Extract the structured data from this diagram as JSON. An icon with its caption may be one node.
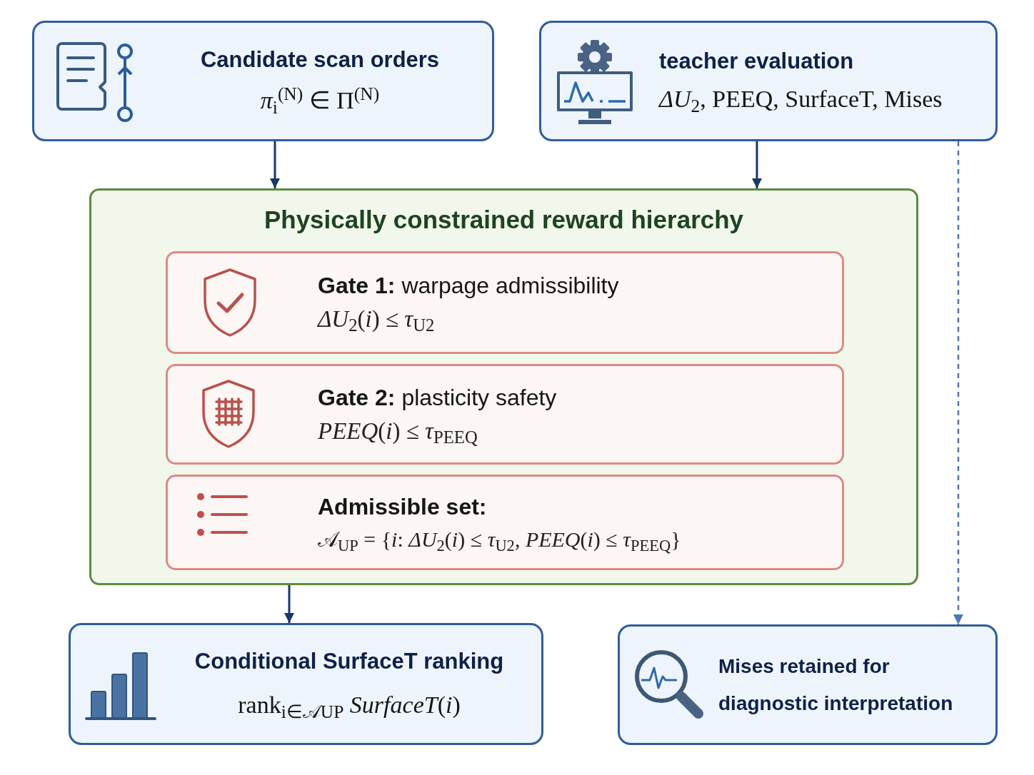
{
  "diagram": {
    "nodes": [
      {
        "text": [
          "Candidate scan orders",
          "*π*$_{i}$$^{(N)}$ ∈ Π$^{(N)}$"
        ]
      },
      {
        "text": [
          "teacher evaluation",
          "*ΔU*$_{2}$, PEEQ, SurfaceT, Mises"
        ]
      },
      {
        "text": [
          "Physically constrained reward hierarchy"
        ]
      },
      {
        "text": [
          "**Gate 1:** warpage admissibility",
          "*ΔU*$_{2}$(*i*) ≤ *τ*$_{U2}$"
        ],
        "in": 2
      },
      {
        "text": [
          "**Gate 2:** plasticity safety",
          "*PEEQ*(*i*) ≤ *τ*$_{PEEQ}$"
        ],
        "in": 2
      },
      {
        "text": [
          "Admissible set:",
          "𝒜$_{UP}$ = {*i*: *ΔU*$_{2}$(*i*) ≤ *τ*$_{U2}$, *PEEQ*(*i*) ≤ *τ*$_{PEEQ}$}"
        ],
        "in": 2
      },
      {
        "text": [
          "Conditional SurfaceT ranking",
          "rank$_{i∈𝒜UP}$ *SurfaceT*(*i*)"
        ]
      },
      {
        "text": [
          "Mises retained for diagnostic interpretation"
        ]
      }
    ],
    "edges": [
      {
        "from": 0,
        "to": 2,
        "arrow": "to"
      },
      {
        "from": 1,
        "to": 2,
        "arrow": "to"
      },
      {
        "from": 1,
        "to": 7,
        "arrow": "to",
        "style": "dashed",
        "color": "#4a7ab4"
      },
      {
        "from": 2,
        "to": 6,
        "arrow": "to"
      }
    ]
  }
}
